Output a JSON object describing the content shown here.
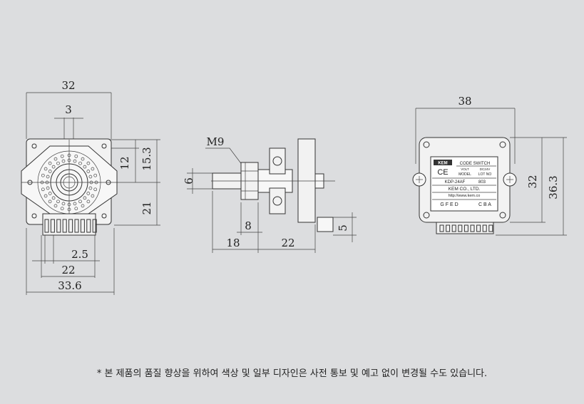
{
  "front_view": {
    "dims": {
      "width_top": "32",
      "slot_width": "3",
      "height_12": "12",
      "height_15_3": "15.3",
      "height_21": "21",
      "pin_pitch": "2.5",
      "pin_span": "22",
      "width_bottom": "33.6"
    }
  },
  "side_view": {
    "thread_label": "M9",
    "dims": {
      "shaft_dia": "6",
      "nut_len": "8",
      "shaft_len": "18",
      "body_len": "22",
      "pin_len": "5"
    }
  },
  "rear_view": {
    "dims": {
      "width": "38",
      "height_32": "32",
      "height_36_3": "36.3"
    },
    "label": {
      "brand": "KEM",
      "product": "CODE SWITCH",
      "ce": "CE",
      "col_volt": "VOLT",
      "col_dc": "DC24V",
      "col_model": "MODEL",
      "col_lot": "LOT NO",
      "model_no": "KDP-24AF",
      "lot_no": "803",
      "company": "KEM CO., LTD.",
      "website": "http://www.kem.co",
      "pins_left": "G F E D",
      "pins_right": "C B A"
    }
  },
  "footnote": "* 본 제품의 품질 향상을 위하여 색상 및 일부 디자인은 사전 통보 및 예고 없이 변경될 수도 있습니다."
}
